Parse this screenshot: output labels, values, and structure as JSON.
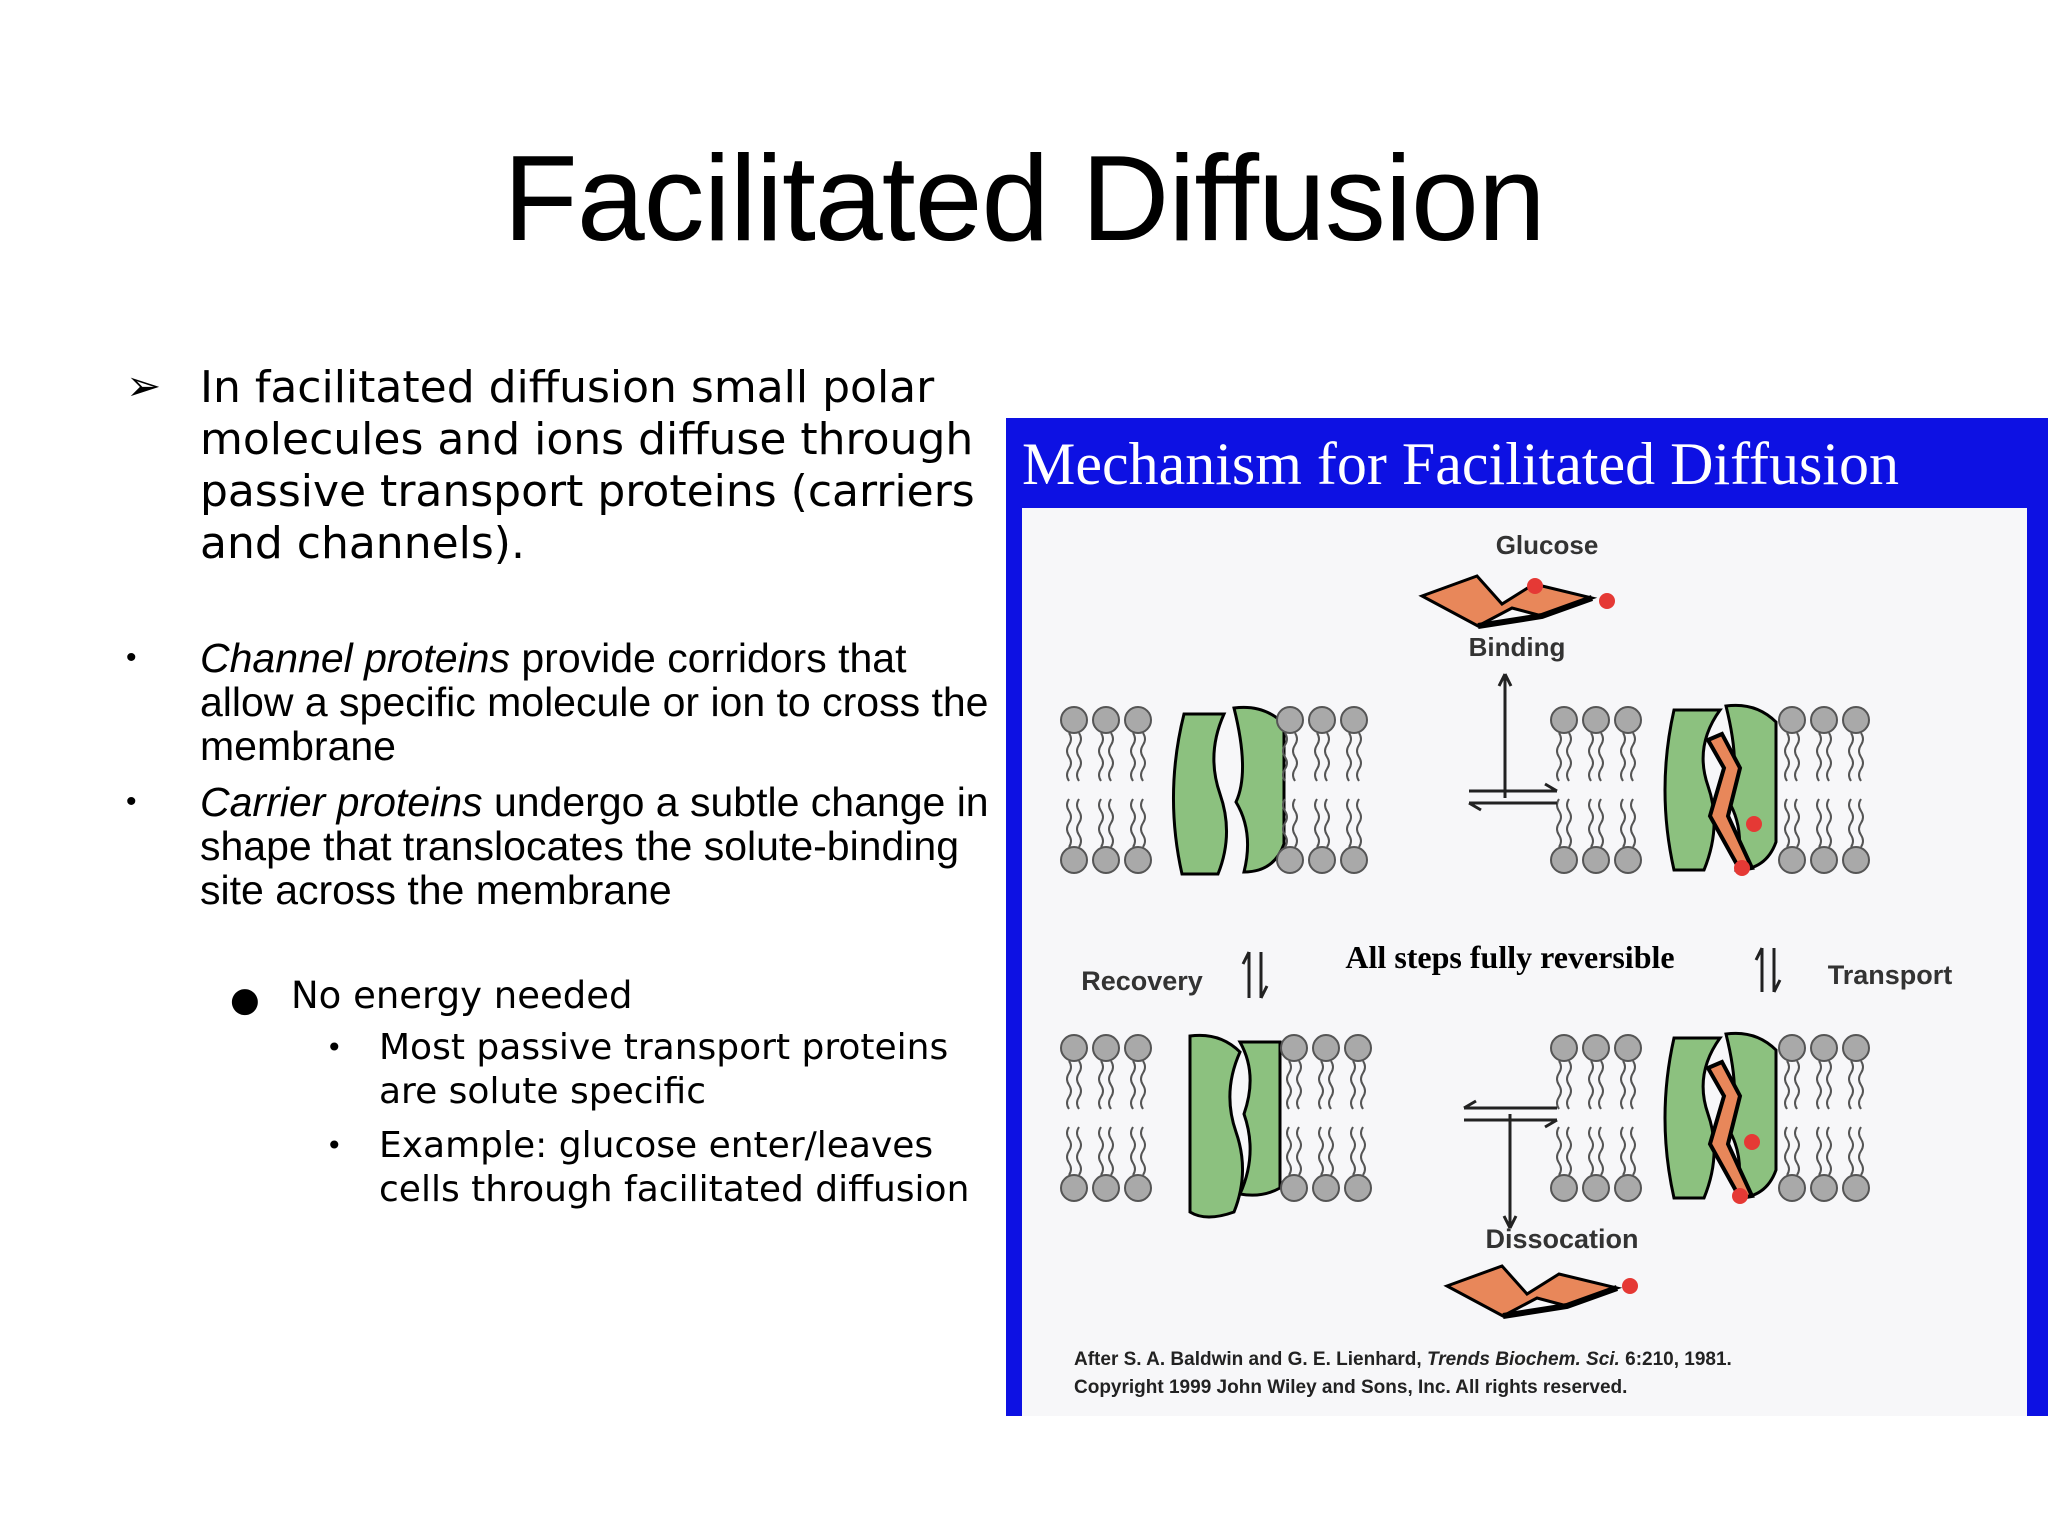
{
  "slide": {
    "title": "Facilitated Diffusion",
    "bullets": {
      "main": {
        "marker": "➢",
        "text": "In facilitated diffusion small polar molecules and ions diffuse through passive transport proteins (carriers and channels)."
      },
      "channel": {
        "marker": "•",
        "emphasis": "Channel proteins",
        "text": " provide corridors that allow a specific molecule or ion to cross the membrane"
      },
      "carrier": {
        "marker": "•",
        "emphasis": "Carrier proteins",
        "text": " undergo a subtle change in shape that translocates the solute-binding site across the membrane"
      },
      "energy": {
        "marker": "●",
        "text": "No energy needed"
      },
      "sub": [
        {
          "marker": "•",
          "text": "Most passive transport proteins are solute specific"
        },
        {
          "marker": "•",
          "text": "Example:  glucose enter/leaves cells through facilitated diffusion"
        }
      ]
    }
  },
  "figure": {
    "title": "Mechanism for Facilitated Diffusion",
    "labels": {
      "glucose": "Glucose",
      "binding": "Binding",
      "reversible": "All steps fully reversible",
      "recovery": "Recovery",
      "transport": "Transport",
      "dissociation": "Dissocation"
    },
    "credit": {
      "line1_a": "After S. A. Baldwin and G. E. Lienhard, ",
      "line1_italic": "Trends Biochem. Sci.",
      "line1_b": " 6:210, 1981.",
      "line2": "Copyright 1999 John Wiley and Sons, Inc. All rights reserved."
    },
    "colors": {
      "frame": "#0d11e3",
      "protein": "#8cc17f",
      "glucose": "#e8875a",
      "binding_site": "#e53935",
      "lipid_head": "#a9a9a9"
    }
  }
}
